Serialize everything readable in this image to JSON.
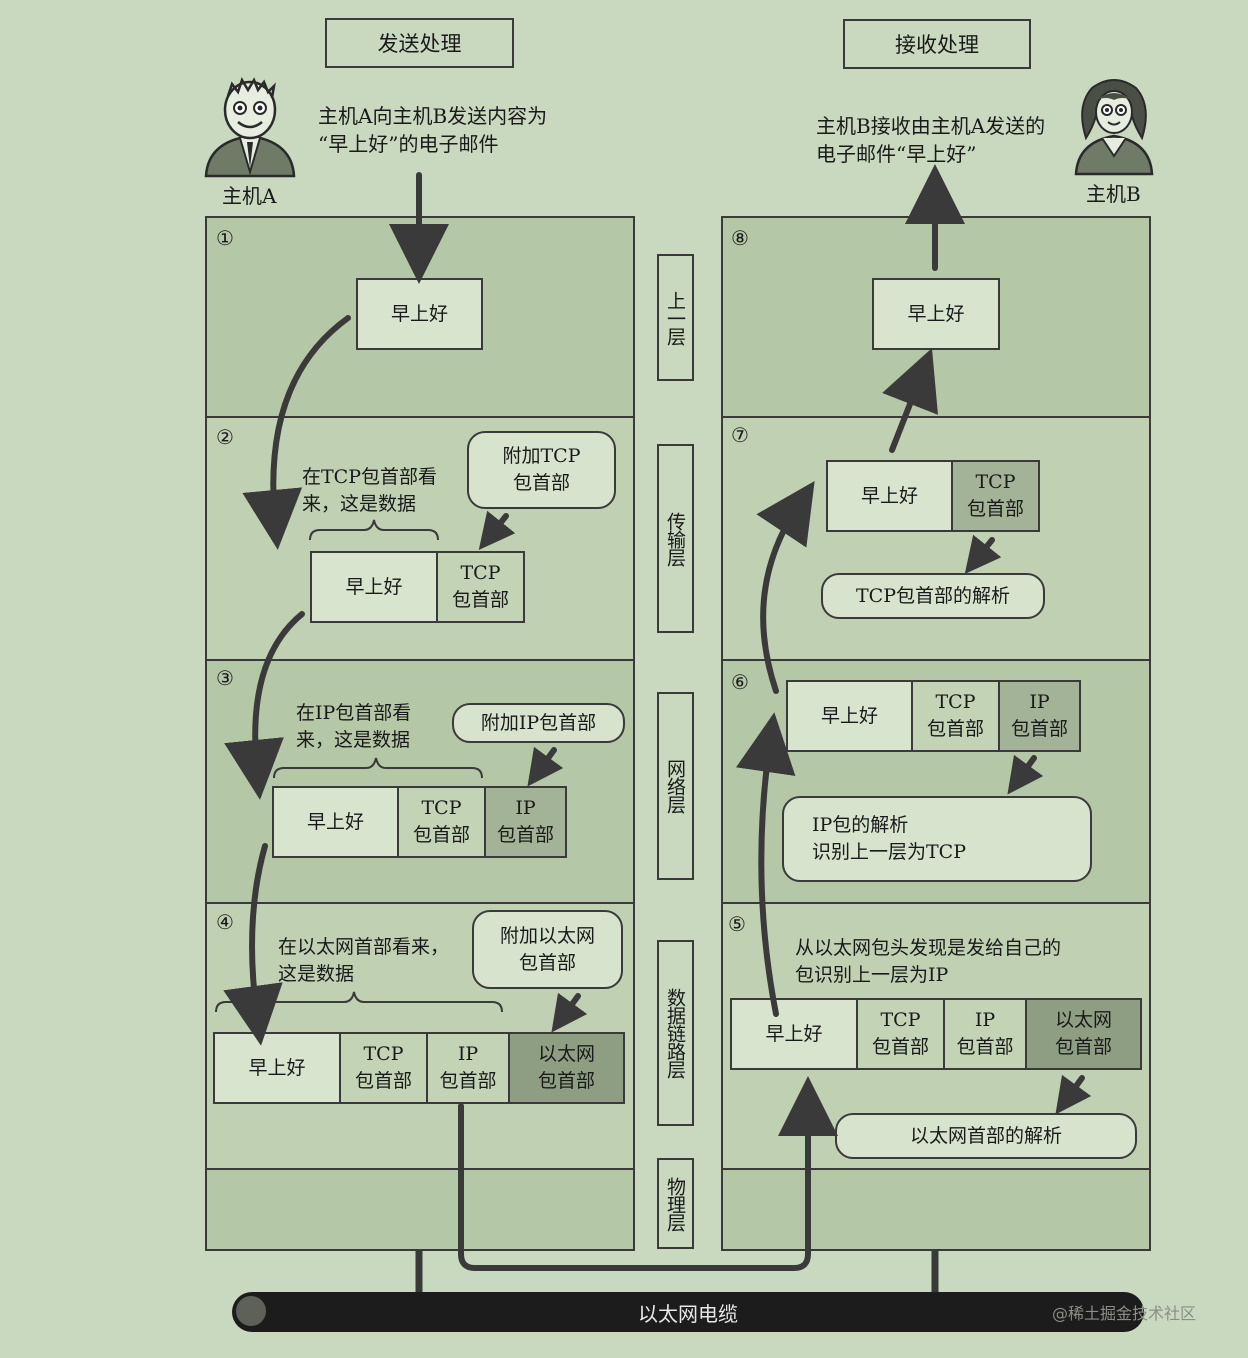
{
  "headers": {
    "send": "发送处理",
    "receive": "接收处理"
  },
  "hosts": {
    "a": {
      "label": "主机A",
      "message": "主机A向主机B发送内容为\n“早上好”的电子邮件"
    },
    "b": {
      "label": "主机B",
      "message": "主机B接收由主机A发送的\n电子邮件“早上好”"
    }
  },
  "layers": [
    "上一层",
    "传输层",
    "网络层",
    "数据链路层",
    "物理层"
  ],
  "steps": {
    "s1": "①",
    "s2": "②",
    "s3": "③",
    "s4": "④",
    "s5": "⑤",
    "s6": "⑥",
    "s7": "⑦",
    "s8": "⑧"
  },
  "packet": {
    "data": "早上好",
    "tcp_header": "TCP\n包首部",
    "ip_header": "IP\n包首部",
    "eth_header": "以太网\n包首部"
  },
  "send_notes": {
    "tcp_view": "在TCP包首部看\n来，这是数据",
    "add_tcp": "附加TCP\n包首部",
    "ip_view": "在IP包首部看\n来，这是数据",
    "add_ip": "附加IP包首部",
    "eth_view": "在以太网首部看来，\n这是数据",
    "add_eth": "附加以太网\n包首部"
  },
  "recv_notes": {
    "tcp_parse": "TCP包首部的解析",
    "ip_parse": "IP包的解析\n识别上一层为TCP",
    "eth_found": "从以太网包头发现是发给自己的\n包识别上一层为IP",
    "eth_parse": "以太网首部的解析"
  },
  "cable": "以太网电缆",
  "watermark": "@稀土掘金技术社区",
  "colors": {
    "background": "#c9d9bf",
    "line": "#3a3a3a",
    "cable": "#1c1c1c"
  }
}
